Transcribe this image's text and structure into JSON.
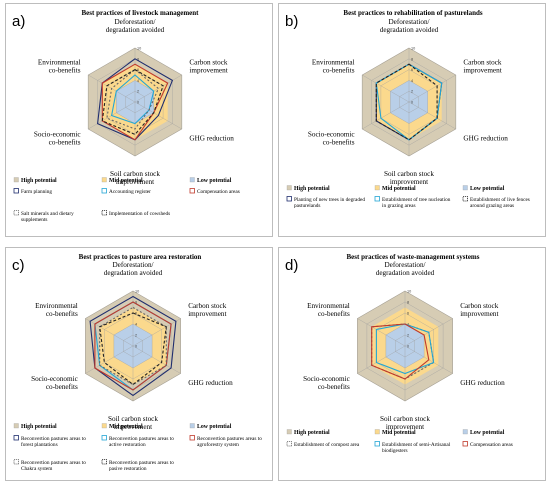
{
  "colors": {
    "high": "#d6ccb4",
    "mid": "#fbd98d",
    "low": "#b9cfe8",
    "border": "#bdbdbd",
    "navy": "#1f2d6e",
    "cyan": "#23a6d5",
    "red": "#c0392b",
    "dark": "#222222",
    "gray": "#666666"
  },
  "axes": [
    "Deforestation/\ndegradation avoided",
    "Carbon stock\nimprovement",
    "GHG reduction",
    "Soil carbon stock\nimprovement",
    "Socio-economic\nco-benefits",
    "Environmental\nco-benefits"
  ],
  "levels": {
    "high": "High potential",
    "mid": "Mid potential",
    "low": "Low potential"
  },
  "chart_data": [
    {
      "type": "radar",
      "panel_letter": "a)",
      "title": "Best practices of livestock management",
      "rmax": 10,
      "tick_labels": [
        "0",
        "2",
        "4",
        "6",
        "8",
        "10"
      ],
      "bands": {
        "high": 10,
        "mid": 7,
        "low": 4
      },
      "categories": [
        "Deforestation/degradation avoided",
        "Carbon stock improvement",
        "GHG reduction",
        "Soil carbon stock improvement",
        "Socio-economic co-benefits",
        "Environmental co-benefits"
      ],
      "series": [
        {
          "name": "Farm planning",
          "values": [
            8,
            8,
            5,
            7,
            8,
            7
          ],
          "color": "#1f2d6e",
          "dash": ""
        },
        {
          "name": "Accounting register",
          "values": [
            5,
            4,
            3,
            4,
            5,
            4
          ],
          "color": "#23a6d5",
          "dash": ""
        },
        {
          "name": "Compensation areas",
          "values": [
            7,
            7,
            4,
            7,
            7,
            7
          ],
          "color": "#c0392b",
          "dash": ""
        },
        {
          "name": "Salt minerals and dietary supplements",
          "values": [
            6,
            5,
            3,
            5,
            6,
            5
          ],
          "color": "#666666",
          "dash": "2,2"
        },
        {
          "name": "Implementation of cowsheds",
          "values": [
            6,
            6,
            4,
            6,
            7,
            6
          ],
          "color": "#222222",
          "dash": "3,2"
        }
      ]
    },
    {
      "type": "radar",
      "panel_letter": "b)",
      "title": "Best practices to rehabilitation of pasturelands",
      "rmax": 10,
      "tick_labels": [
        "0",
        "2",
        "4",
        "6",
        "8",
        "10"
      ],
      "bands": {
        "high": 10,
        "mid": 7,
        "low": 4
      },
      "categories": [
        "Deforestation/degradation avoided",
        "Carbon stock improvement",
        "GHG reduction",
        "Soil carbon stock improvement",
        "Socio-economic co-benefits",
        "Environmental co-benefits"
      ],
      "series": [
        {
          "name": "Planting of new trees in degraded pasturelands",
          "values": [
            7,
            7,
            6,
            7,
            7,
            7
          ],
          "color": "#1f2d6e",
          "dash": ""
        },
        {
          "name": "Establishment of tree nucleation in grazing areas",
          "values": [
            7,
            7,
            6,
            7,
            6,
            7
          ],
          "color": "#23a6d5",
          "dash": ""
        },
        {
          "name": "Establishment of live fences around grazing areas",
          "values": [
            7,
            6,
            6,
            7,
            7,
            7
          ],
          "color": "#222222",
          "dash": "3,2"
        }
      ]
    },
    {
      "type": "radar",
      "panel_letter": "c)",
      "title": "Best practices to pasture area restoration",
      "rmax": 10,
      "tick_labels": [
        "0",
        "2",
        "4",
        "6",
        "8",
        "10"
      ],
      "bands": {
        "high": 10,
        "mid": 7,
        "low": 4
      },
      "categories": [
        "Deforestation/degradation avoided",
        "Carbon stock improvement",
        "GHG reduction",
        "Soil carbon stock improvement",
        "Socio-economic co-benefits",
        "Environmental co-benefits"
      ],
      "series": [
        {
          "name": "Reconvertion pastures areas to forest plantations",
          "values": [
            9,
            9,
            8,
            9,
            8,
            9
          ],
          "color": "#1f2d6e",
          "dash": ""
        },
        {
          "name": "Reconvertion pastures areas to active restoration",
          "values": [
            8,
            8,
            7,
            8,
            7,
            8
          ],
          "color": "#23a6d5",
          "dash": ""
        },
        {
          "name": "Reconvertion pastures areas to agroforestry system",
          "values": [
            8,
            8,
            7,
            8,
            8,
            8
          ],
          "color": "#c0392b",
          "dash": ""
        },
        {
          "name": "Reconvertion pastures areas to Chakra system",
          "values": [
            7,
            7,
            7,
            7,
            7,
            7
          ],
          "color": "#666666",
          "dash": "2,2"
        },
        {
          "name": "Reconvertion pastures areas to pasive restoration",
          "values": [
            6,
            7,
            6,
            7,
            6,
            7
          ],
          "color": "#222222",
          "dash": "3,2"
        }
      ]
    },
    {
      "type": "radar",
      "panel_letter": "d)",
      "title": "Best practices of waste-management systems",
      "rmax": 10,
      "tick_labels": [
        "0",
        "2",
        "4",
        "6",
        "8",
        "10"
      ],
      "bands": {
        "high": 10,
        "mid": 7,
        "low": 4
      },
      "categories": [
        "Deforestation/degradation avoided",
        "Carbon stock improvement",
        "GHG reduction",
        "Soil carbon stock improvement",
        "Socio-economic co-benefits",
        "Environmental co-benefits"
      ],
      "series": [
        {
          "name": "Establishment of compost area",
          "values": [
            4,
            5,
            6,
            6,
            7,
            7
          ],
          "color": "#666666",
          "dash": "2,2"
        },
        {
          "name": "Establishment of semi-Artisanal biodigesters",
          "values": [
            4,
            5,
            6,
            5,
            6,
            6
          ],
          "color": "#23a6d5",
          "dash": ""
        },
        {
          "name": "Compensation areas",
          "values": [
            4,
            4,
            5,
            6,
            7,
            7
          ],
          "color": "#c0392b",
          "dash": ""
        }
      ]
    }
  ]
}
